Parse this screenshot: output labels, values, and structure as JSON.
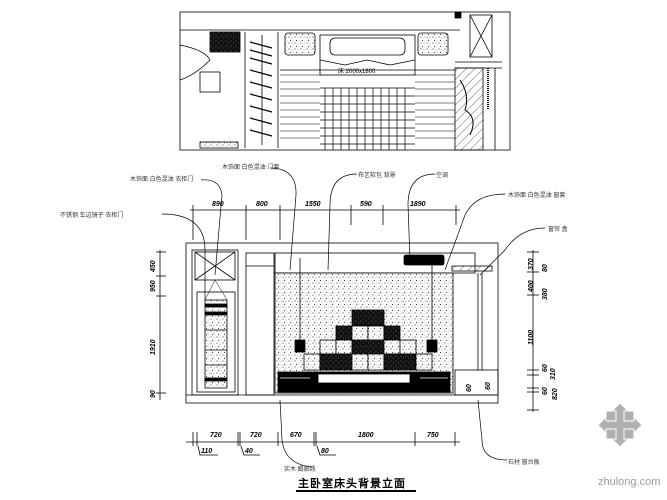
{
  "drawing": {
    "title": "主卧室床头背景立面",
    "plan_bed_label": "床 2000x1800",
    "watermark": "zhulong.com"
  },
  "callouts": {
    "top_left_1": "木饰面 白色混油 门套",
    "top_left_2": "木饰面 白色混油 衣柜门",
    "top_left_3": "不锈钢 车边镜子 衣柜门",
    "top_center_1": "布艺软包 背景",
    "top_center_2": "空调",
    "top_right_1": "木饰面 白色混油 窗套",
    "top_right_2": "窗帘 盒",
    "bottom_left": "实木 踢脚线",
    "bottom_right": "石材 窗台板"
  },
  "dimensions": {
    "top": [
      "890",
      "800",
      "1550",
      "590",
      "1890"
    ],
    "bottom": [
      "720",
      "720",
      "670",
      "1800",
      "750"
    ],
    "bottom_offsets": [
      "110",
      "40",
      "80"
    ],
    "left": [
      "450",
      "950",
      "1910",
      "90"
    ],
    "right": [
      "370",
      "400",
      "1100"
    ],
    "right_slanted": [
      "80",
      "380",
      "60",
      "310",
      "60",
      "820"
    ],
    "inner_right": [
      "60",
      "60"
    ]
  },
  "colors": {
    "line": "#000000",
    "fill_dark": "#111111",
    "speckle": "#888888",
    "watermark": "#9a9a9a"
  }
}
